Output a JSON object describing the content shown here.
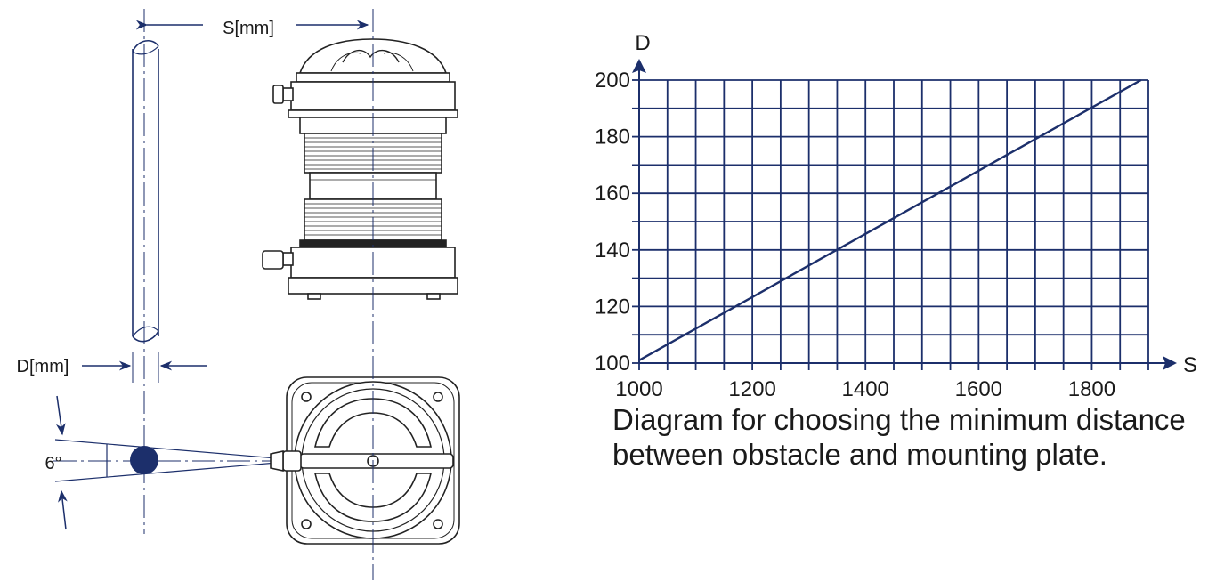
{
  "colors": {
    "navy": "#1c2f6b",
    "ink": "#1a1a1a",
    "line": "#222222"
  },
  "dimensions": {
    "s_label": "S[mm]",
    "d_label": "D[mm]",
    "angle_label": "6°"
  },
  "chart_data": {
    "type": "line",
    "title": "",
    "xlabel": "S",
    "ylabel": "D",
    "xlim": [
      1000,
      1900
    ],
    "ylim": [
      100,
      200
    ],
    "x_ticks": [
      "1000",
      "1200",
      "1400",
      "1600",
      "1800"
    ],
    "y_ticks": [
      "100",
      "120",
      "140",
      "160",
      "180",
      "200"
    ],
    "grid": true,
    "series": [
      {
        "x": [
          1000,
          1887
        ],
        "y": [
          101,
          200
        ]
      }
    ]
  },
  "caption": "Diagram for choosing the minimum distance between obstacle and mounting plate."
}
